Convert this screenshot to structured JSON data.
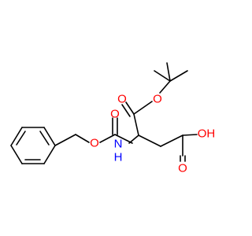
{
  "atoms": {
    "ester_o_carbonyl": "O",
    "ester_o_single": "O",
    "carbamate_o_carbonyl": "O",
    "carbamate_o_single": "O",
    "nitrogen": "N",
    "nitrogen_h": "H",
    "acid_oh": "OH",
    "acid_o_carbonyl": "O"
  },
  "colors": {
    "oxygen": "#ff0000",
    "nitrogen": "#0000ff",
    "bond": "#000000"
  }
}
